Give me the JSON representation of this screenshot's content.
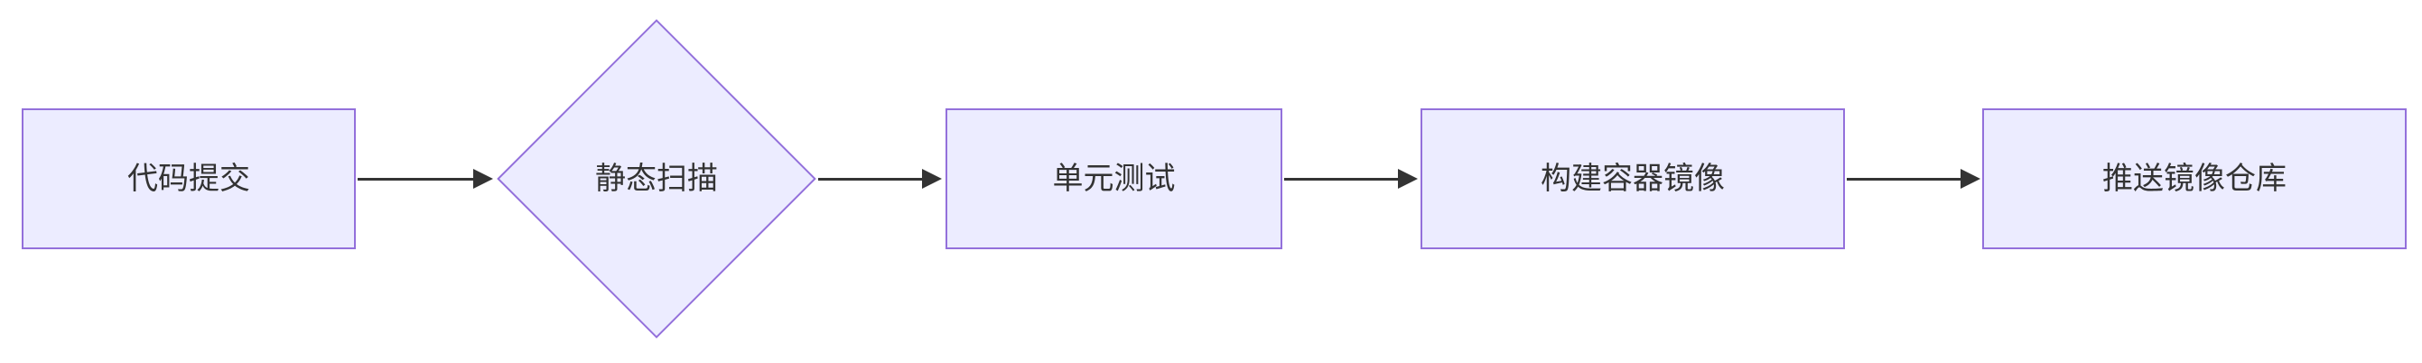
{
  "diagram": {
    "type": "flowchart",
    "direction": "left-to-right",
    "background": "#ffffff",
    "colors": {
      "node_fill": "#ECECFF",
      "node_border": "#9370DB",
      "text": "#333333",
      "arrow": "#333333"
    },
    "nodes": [
      {
        "id": "commit",
        "label": "代码提交",
        "shape": "rect"
      },
      {
        "id": "scan",
        "label": "静态扫描",
        "shape": "diamond"
      },
      {
        "id": "test",
        "label": "单元测试",
        "shape": "rect"
      },
      {
        "id": "build",
        "label": "构建容器镜像",
        "shape": "rect"
      },
      {
        "id": "push",
        "label": "推送镜像仓库",
        "shape": "rect"
      }
    ],
    "edges": [
      {
        "from": "commit",
        "to": "scan",
        "arrow": true
      },
      {
        "from": "scan",
        "to": "test",
        "arrow": true
      },
      {
        "from": "test",
        "to": "build",
        "arrow": true
      },
      {
        "from": "build",
        "to": "push",
        "arrow": true
      }
    ]
  }
}
